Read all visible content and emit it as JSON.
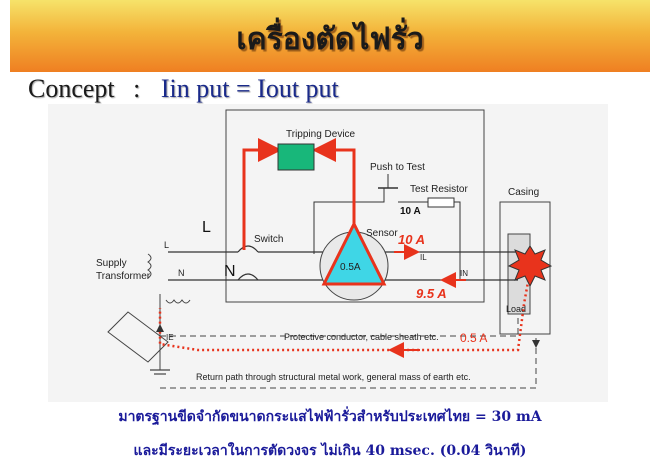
{
  "title": "เครื่องตัดไฟรั่ว",
  "concept": {
    "label": "Concept",
    "separator": ":",
    "formula": "Iin put = Iout put"
  },
  "diagram": {
    "tripping_device": "Tripping Device",
    "push_to_test": "Push to Test",
    "test_resistor": "Test Resistor",
    "casing": "Casing",
    "switch": "Switch",
    "sensor": "Sensor",
    "label_L_big": "L",
    "label_N_big": "N",
    "label_L_small": "L",
    "label_N_small": "N",
    "current_10a_top": "10 A",
    "current_10a_red": "10 A",
    "current_95a": "9.5 A",
    "current_05a": "0.5 A",
    "sensor_value": "0.5A",
    "il": "IL",
    "in": "IN",
    "ie": "IE",
    "supply_transformer_1": "Supply",
    "supply_transformer_2": "Transformer",
    "load": "Load",
    "protective_conductor": "Protective conductor, cable sheath etc.",
    "return_path": "Return path through structural metal work, general mass of earth etc."
  },
  "captions": {
    "line1": "มาตรฐานขีดจำกัดขนาดกระแสไฟฟ้ารั่วสำหรับประเทศไทย = 30 mA",
    "line2": "และมีระยะเวลาในการตัดวงจร ไม่เกิน 40 msec. (0.04 วินาที)"
  },
  "colors": {
    "fault_red": "#e8331c",
    "sensor_cyan": "#3fd6e6",
    "device_green": "#18b77a",
    "caption_blue": "#1a1a9a",
    "title_gradient_top": "#f6e36a",
    "title_gradient_bottom": "#ef7f22"
  }
}
